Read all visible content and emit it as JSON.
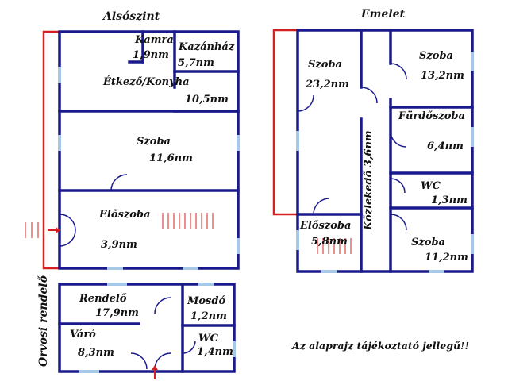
{
  "titles": {
    "ground_floor": "Alsószint",
    "upper_floor": "Emelet",
    "office_section": "Orvosi rendelő",
    "disclaimer": "Az alaprajz tájékoztató jellegű!!"
  },
  "ground_floor_rooms": [
    {
      "name": "Kamra",
      "area": "1,9nm"
    },
    {
      "name": "Kazánház",
      "area": "5,7nm"
    },
    {
      "name": "Étkező/Konyha",
      "area": "10,5nm"
    },
    {
      "name": "Szoba",
      "area": "11,6nm"
    },
    {
      "name": "Előszoba",
      "area": "3,9nm"
    }
  ],
  "upper_floor_rooms": [
    {
      "name": "Szoba",
      "area": "23,2nm"
    },
    {
      "name": "Szoba",
      "area": "13,2nm"
    },
    {
      "name": "Fürdőszoba",
      "area": "6,4nm"
    },
    {
      "name": "WC",
      "area": "1,3nm"
    },
    {
      "name": "Közlekedő",
      "area": "3,6nm"
    },
    {
      "name": "Előszoba",
      "area": "5,8nm"
    },
    {
      "name": "Szoba",
      "area": "11,2nm"
    }
  ],
  "office_rooms": [
    {
      "name": "Rendelő",
      "area": "17,9nm"
    },
    {
      "name": "Mosdó",
      "area": "1,2nm"
    },
    {
      "name": "Váró",
      "area": "8,3nm"
    },
    {
      "name": "WC",
      "area": "1,4nm"
    }
  ],
  "colors": {
    "wall": "#1a1a8c",
    "outline": "#d42020",
    "window": "#a8c8e8",
    "text": "#111111"
  }
}
